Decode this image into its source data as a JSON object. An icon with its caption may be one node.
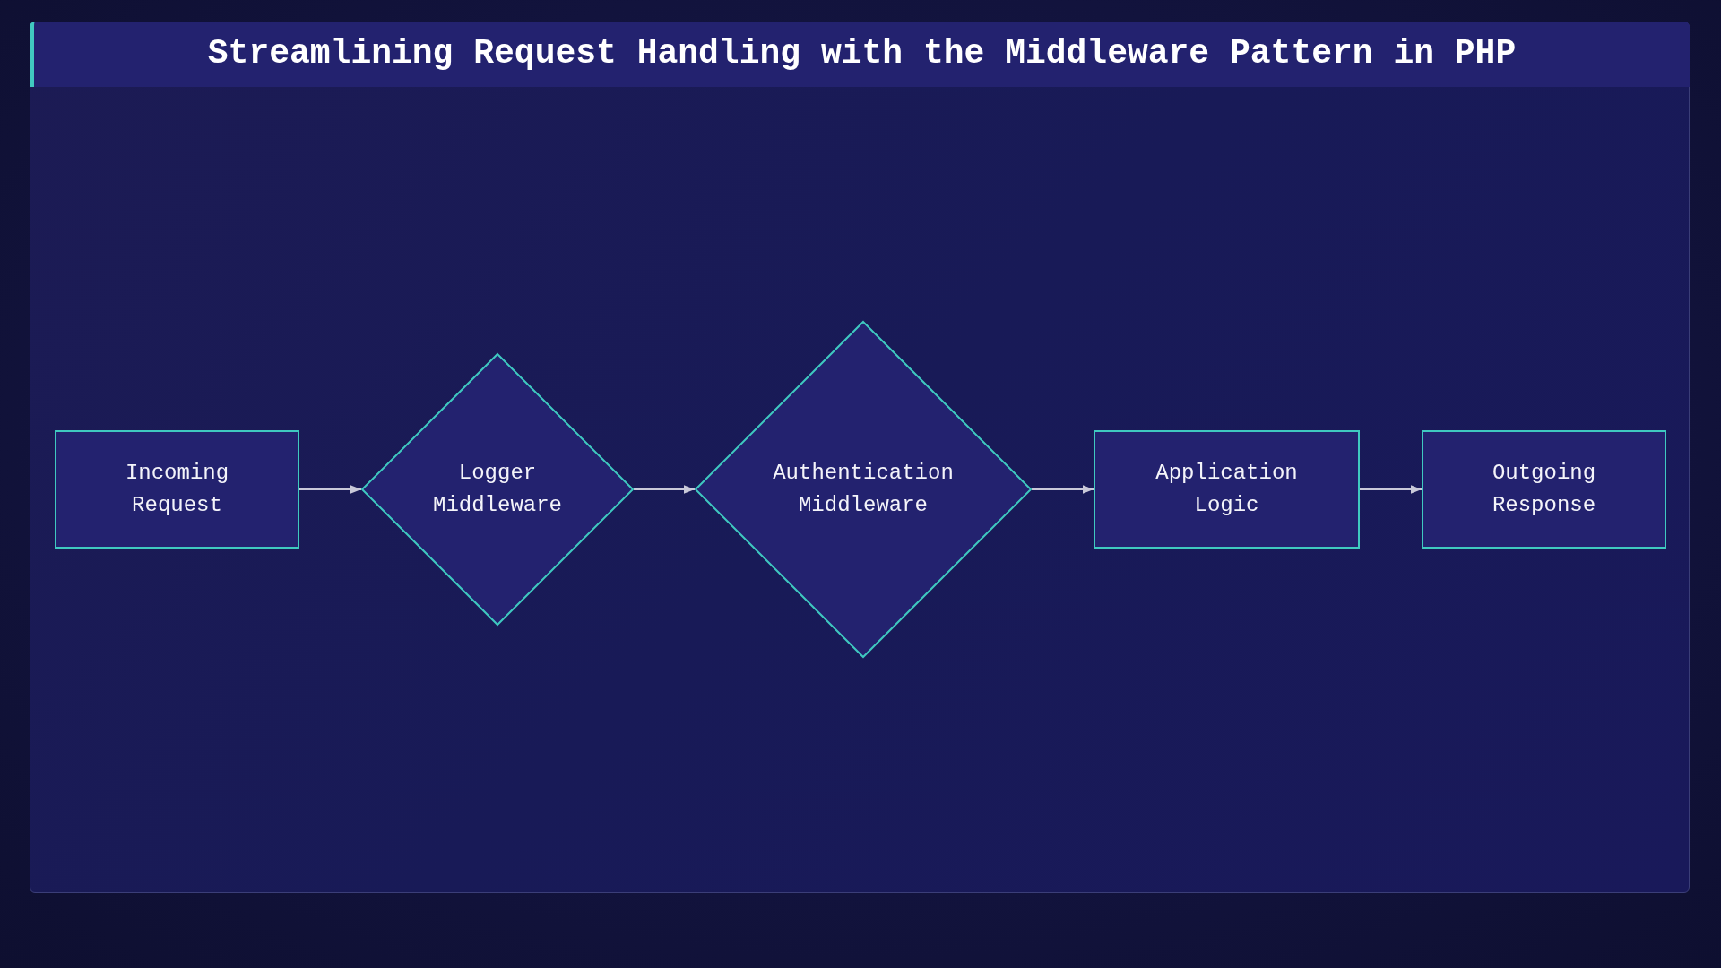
{
  "diagram": {
    "title": "Streamlining Request Handling with the Middleware Pattern in PHP",
    "nodes": [
      {
        "text": [
          "Incoming Request"
        ]
      },
      {
        "text": [
          "Logger Middleware"
        ]
      },
      {
        "text": [
          "Authentication Middleware"
        ]
      },
      {
        "text": [
          "Application Logic"
        ]
      },
      {
        "text": [
          "Outgoing Response"
        ]
      }
    ],
    "edges": [
      {
        "from": 0,
        "to": 1,
        "arrow": "to"
      },
      {
        "from": 1,
        "to": 2,
        "arrow": "to"
      },
      {
        "from": 2,
        "to": 3,
        "arrow": "to"
      },
      {
        "from": 3,
        "to": 4,
        "arrow": "to"
      }
    ]
  }
}
